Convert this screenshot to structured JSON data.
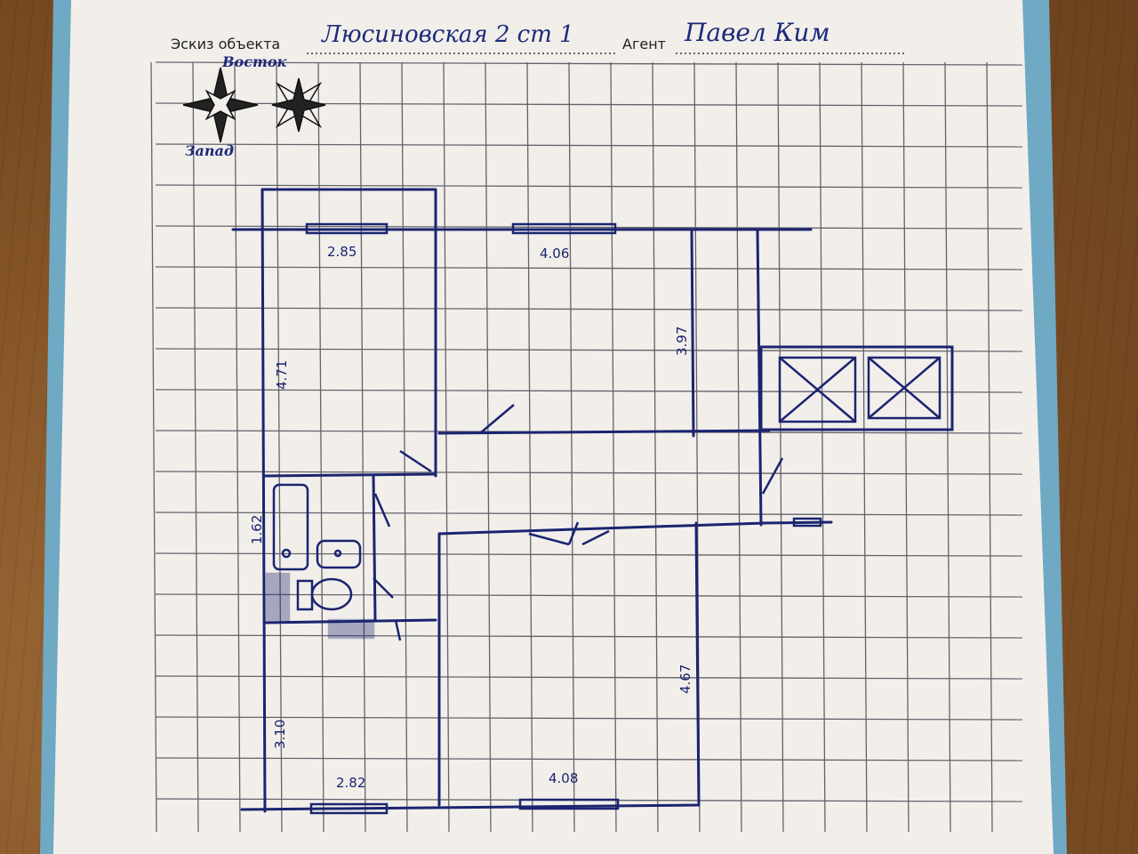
{
  "header": {
    "object_label": "Эскиз объекта",
    "object_value": "Люсиновская 2 ст 1",
    "agent_label": "Агент",
    "agent_value": "Павел Ким"
  },
  "compass": {
    "east_label": "Восток",
    "west_label": "Запад"
  },
  "dimensions": {
    "top_window_left": "2.85",
    "top_window_right": "4.06",
    "left_wall_top": "4.71",
    "kitchen_wall": "3.97",
    "bath_height": "1.62",
    "left_wall_bottom": "3.10",
    "right_room_wall": "4.67",
    "bottom_window_left": "2.82",
    "bottom_window_right": "4.08"
  },
  "colors": {
    "ink": "#1b2470",
    "paper": "#f2efeb",
    "grid": "#4a4a55",
    "folder": "#6fa9c4"
  }
}
